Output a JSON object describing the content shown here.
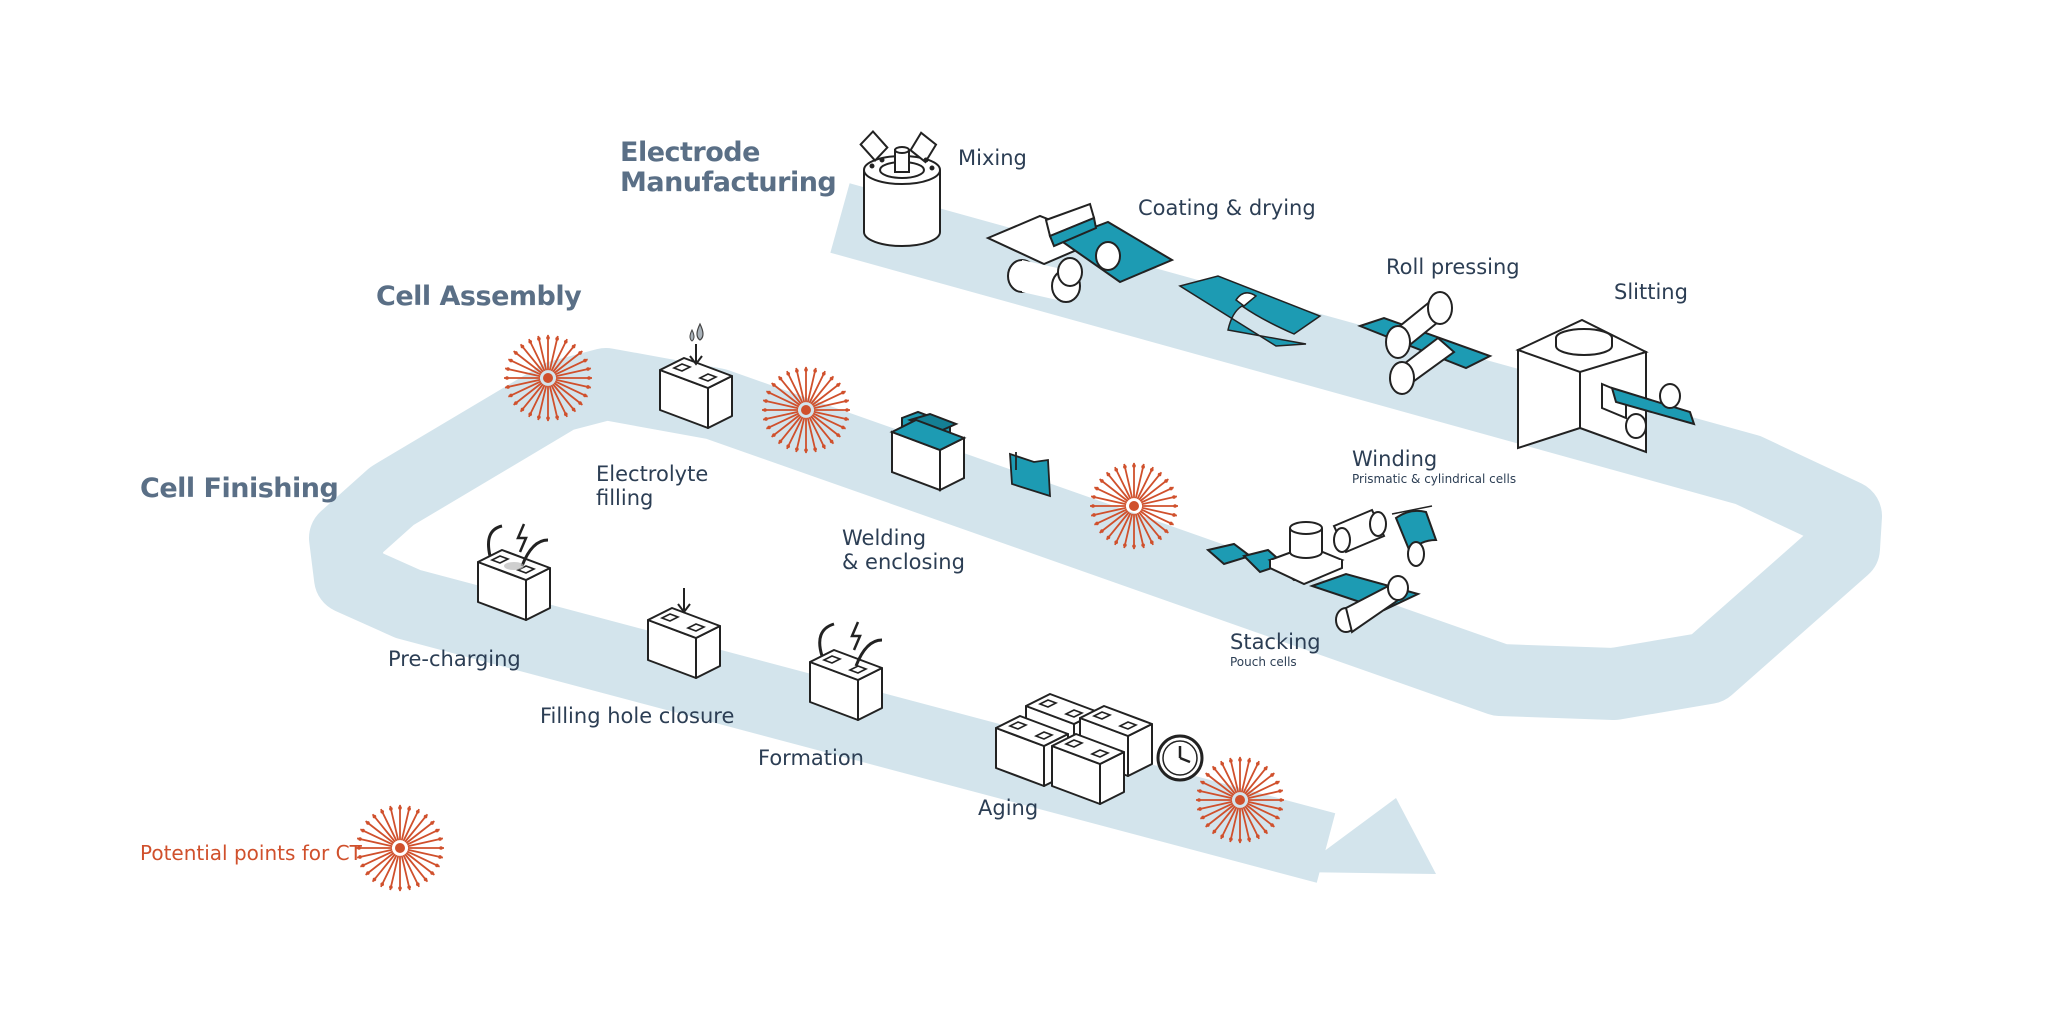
{
  "colors": {
    "track": "#d3e4ec",
    "heading": "#5a6f86",
    "label": "#2c3e54",
    "teal": "#1d9bb3",
    "ct_marker": "#d0502c",
    "outline": "#222222"
  },
  "sections": {
    "electrode": {
      "line1": "Electrode",
      "line2": "Manufacturing"
    },
    "assembly": {
      "label": "Cell Assembly"
    },
    "finishing": {
      "label": "Cell Finishing"
    }
  },
  "steps": {
    "mixing": {
      "label": "Mixing",
      "icon": "mixer-icon"
    },
    "coating": {
      "label": "Coating & drying",
      "icon": "coater-icon"
    },
    "roll_pressing": {
      "label": "Roll pressing",
      "icon": "roller-icon"
    },
    "slitting": {
      "label": "Slitting",
      "icon": "slitter-icon"
    },
    "winding": {
      "label": "Winding",
      "sublabel": "Prismatic & cylindrical cells",
      "icon": "winding-icon"
    },
    "stacking": {
      "label": "Stacking",
      "sublabel": "Pouch cells",
      "icon": "stacking-icon"
    },
    "welding": {
      "line1": "Welding",
      "line2": "& enclosing",
      "icon": "battery-case-icon"
    },
    "electrolyte": {
      "line1": "Electrolyte",
      "line2": "filling",
      "icon": "droplet-battery-icon"
    },
    "pre_charging": {
      "label": "Pre-charging",
      "icon": "charging-battery-icon"
    },
    "hole_closure": {
      "label": "Filling hole closure",
      "icon": "battery-arrow-icon"
    },
    "formation": {
      "label": "Formation",
      "icon": "charging-battery-icon"
    },
    "aging": {
      "label": "Aging",
      "icon": "battery-stack-clock-icon"
    }
  },
  "legend": {
    "label": "Potential points for CT",
    "icon": "starburst-icon"
  }
}
